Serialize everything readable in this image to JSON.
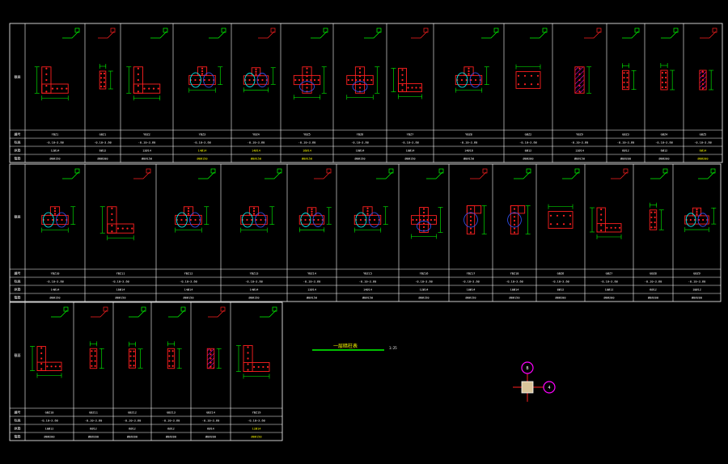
{
  "colors": {
    "background": "#000000",
    "frame": "#ffffff",
    "rebar": "#ff2020",
    "dimension": "#00ff00",
    "label": "#ffff00",
    "tie": "#00ffff",
    "hatch": "#ff00ff",
    "blueTie": "#3355ff"
  },
  "drawing": {
    "title": "一层暗柱表",
    "scale": "1:25",
    "axis_bubbles": [
      "B",
      "4"
    ]
  },
  "row_headers": {
    "section": "截面",
    "id": "编号",
    "elev": "标高",
    "long": "纵筋",
    "tie": "箍筋"
  },
  "bands": [
    {
      "columns": [
        {
          "shape": "L",
          "id": "YBZ1",
          "elev": "-0.10~3.60",
          "long": "12Ø14",
          "tie": "Ø8@150",
          "hl": false
        },
        {
          "shape": "I",
          "id": "GBZ1",
          "elev": "-0.10~3.60",
          "long": "6Ø12",
          "tie": "Ø8@200",
          "hl": false
        },
        {
          "shape": "L",
          "id": "YBZ2",
          "elev": "-0.10~3.60",
          "long": "12Ø14",
          "tie": "Ø8@150",
          "hl": false
        },
        {
          "shape": "T",
          "id": "YBZ3",
          "elev": "-0.10~3.60",
          "long": "14Ø14",
          "tie": "Ø8@150",
          "hl": true
        },
        {
          "shape": "T",
          "id": "YBZ4",
          "elev": "-0.10~3.60",
          "long": "14Ø14",
          "tie": "Ø8@150",
          "hl": true
        },
        {
          "shape": "X",
          "id": "YBZ5",
          "elev": "-0.10~3.60",
          "long": "16Ø14",
          "tie": "Ø8@150",
          "hl": true
        },
        {
          "shape": "X",
          "id": "YBZ6",
          "elev": "-0.10~3.60",
          "long": "16Ø14",
          "tie": "Ø8@150",
          "hl": false
        },
        {
          "shape": "L",
          "id": "YBZ7",
          "elev": "-0.10~3.60",
          "long": "10Ø14",
          "tie": "Ø8@150",
          "hl": false
        },
        {
          "shape": "T",
          "id": "YBZ8",
          "elev": "-0.10~3.60",
          "long": "14Ø16",
          "tie": "Ø8@150",
          "hl": false
        },
        {
          "shape": "R",
          "id": "GBZ2",
          "elev": "-0.10~3.60",
          "long": "8Ø12",
          "tie": "Ø8@200",
          "hl": false
        },
        {
          "shape": "H",
          "id": "YBZ9",
          "elev": "-0.10~3.60",
          "long": "12Ø14",
          "tie": "Ø8@150",
          "hl": false
        },
        {
          "shape": "I",
          "id": "GBZ3",
          "elev": "-0.10~3.60",
          "long": "6Ø12",
          "tie": "Ø8@200",
          "hl": false
        },
        {
          "shape": "I",
          "id": "GBZ4",
          "elev": "-0.10~3.60",
          "long": "6Ø12",
          "tie": "Ø8@200",
          "hl": false
        },
        {
          "shape": "H",
          "id": "GBZ5",
          "elev": "-0.10~3.60",
          "long": "6Ø14",
          "tie": "Ø8@200",
          "hl": true
        }
      ]
    },
    {
      "columns": [
        {
          "shape": "T",
          "id": "YBZ10",
          "elev": "-0.10~3.60",
          "long": "14Ø14",
          "tie": "Ø8@150",
          "hl": false
        },
        {
          "shape": "L",
          "id": "YBZ11",
          "elev": "-0.10~3.60",
          "long": "16Ø14",
          "tie": "Ø8@150",
          "hl": false
        },
        {
          "shape": "T",
          "id": "YBZ12",
          "elev": "-0.10~3.60",
          "long": "14Ø14",
          "tie": "Ø8@150",
          "hl": false
        },
        {
          "shape": "T",
          "id": "YBZ13",
          "elev": "-0.10~3.60",
          "long": "14Ø14",
          "tie": "Ø8@150",
          "hl": false
        },
        {
          "shape": "T",
          "id": "YBZ14",
          "elev": "-0.10~3.60",
          "long": "12Ø14",
          "tie": "Ø8@150",
          "hl": false
        },
        {
          "shape": "T",
          "id": "YBZ15",
          "elev": "-0.10~3.60",
          "long": "14Ø14",
          "tie": "Ø8@150",
          "hl": false
        },
        {
          "shape": "X",
          "id": "YBZ16",
          "elev": "-0.10~3.60",
          "long": "12Ø14",
          "tie": "Ø8@150",
          "hl": false
        },
        {
          "shape": "V",
          "id": "YBZ17",
          "elev": "-0.10~3.60",
          "long": "10Ø14",
          "tie": "Ø8@150",
          "hl": false
        },
        {
          "shape": "V",
          "id": "YBZ18",
          "elev": "-0.10~3.60",
          "long": "10Ø14",
          "tie": "Ø8@150",
          "hl": false
        },
        {
          "shape": "R",
          "id": "GBZ6",
          "elev": "-0.10~3.60",
          "long": "8Ø12",
          "tie": "Ø8@200",
          "hl": false
        },
        {
          "shape": "L",
          "id": "GBZ7",
          "elev": "-0.10~3.60",
          "long": "10Ø12",
          "tie": "Ø8@200",
          "hl": false
        },
        {
          "shape": "I",
          "id": "GBZ8",
          "elev": "-0.10~3.60",
          "long": "6Ø12",
          "tie": "Ø8@200",
          "hl": false
        },
        {
          "shape": "T",
          "id": "GBZ9",
          "elev": "-0.10~3.60",
          "long": "10Ø12",
          "tie": "Ø8@200",
          "hl": false
        }
      ]
    },
    {
      "columns": [
        {
          "shape": "L",
          "id": "GBZ10",
          "elev": "-0.10~3.60",
          "long": "10Ø12",
          "tie": "Ø8@200",
          "hl": false
        },
        {
          "shape": "I",
          "id": "GBZ11",
          "elev": "-0.10~3.60",
          "long": "6Ø12",
          "tie": "Ø8@200",
          "hl": false
        },
        {
          "shape": "I",
          "id": "GBZ12",
          "elev": "-0.10~3.60",
          "long": "6Ø12",
          "tie": "Ø8@200",
          "hl": false
        },
        {
          "shape": "I",
          "id": "GBZ13",
          "elev": "-0.10~3.60",
          "long": "6Ø12",
          "tie": "Ø8@200",
          "hl": false
        },
        {
          "shape": "H",
          "id": "GBZ14",
          "elev": "-0.10~3.60",
          "long": "6Ø14",
          "tie": "Ø8@200",
          "hl": false
        },
        {
          "shape": "L",
          "id": "YBZ19",
          "elev": "-0.10~3.60",
          "long": "12Ø14",
          "tie": "Ø8@150",
          "hl": true
        }
      ]
    }
  ]
}
